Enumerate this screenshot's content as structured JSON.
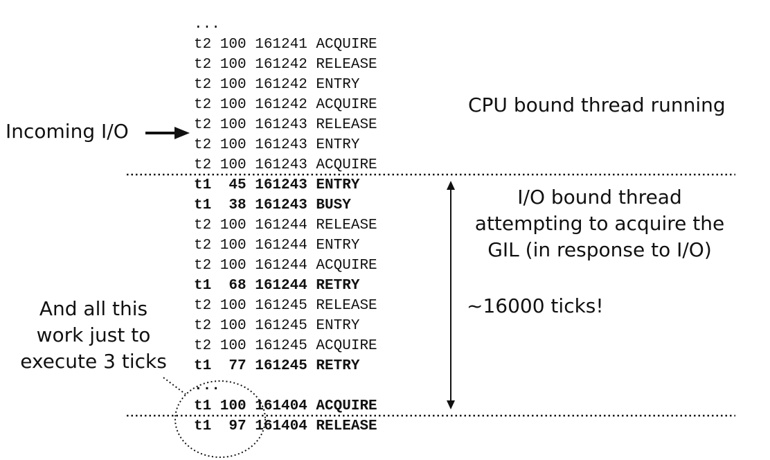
{
  "trace_lines": [
    {
      "text": "...",
      "bold": false
    },
    {
      "text": "t2 100 161241 ACQUIRE",
      "bold": false
    },
    {
      "text": "t2 100 161242 RELEASE",
      "bold": false
    },
    {
      "text": "t2 100 161242 ENTRY",
      "bold": false
    },
    {
      "text": "t2 100 161242 ACQUIRE",
      "bold": false
    },
    {
      "text": "t2 100 161243 RELEASE",
      "bold": false
    },
    {
      "text": "t2 100 161243 ENTRY",
      "bold": false
    },
    {
      "text": "t2 100 161243 ACQUIRE",
      "bold": false
    },
    {
      "text": "t1  45 161243 ENTRY",
      "bold": true
    },
    {
      "text": "t1  38 161243 BUSY",
      "bold": true
    },
    {
      "text": "t2 100 161244 RELEASE",
      "bold": false
    },
    {
      "text": "t2 100 161244 ENTRY",
      "bold": false
    },
    {
      "text": "t2 100 161244 ACQUIRE",
      "bold": false
    },
    {
      "text": "t1  68 161244 RETRY",
      "bold": true
    },
    {
      "text": "t2 100 161245 RELEASE",
      "bold": false
    },
    {
      "text": "t2 100 161245 ENTRY",
      "bold": false
    },
    {
      "text": "t2 100 161245 ACQUIRE",
      "bold": false
    },
    {
      "text": "t1  77 161245 RETRY",
      "bold": true
    },
    {
      "text": "...",
      "bold": true
    },
    {
      "text": "t1 100 161404 ACQUIRE",
      "bold": true
    },
    {
      "text": "t1  97 161404 RELEASE",
      "bold": true
    }
  ],
  "annotations": {
    "incoming_io": "Incoming I/O",
    "cpu_bound": "CPU bound thread running",
    "io_bound": [
      "I/O bound thread",
      "attempting to acquire the",
      "GIL (in response to I/O)"
    ],
    "ticks": "~16000 ticks!",
    "all_work": [
      "And all this",
      "work just to",
      "execute 3 ticks"
    ]
  }
}
